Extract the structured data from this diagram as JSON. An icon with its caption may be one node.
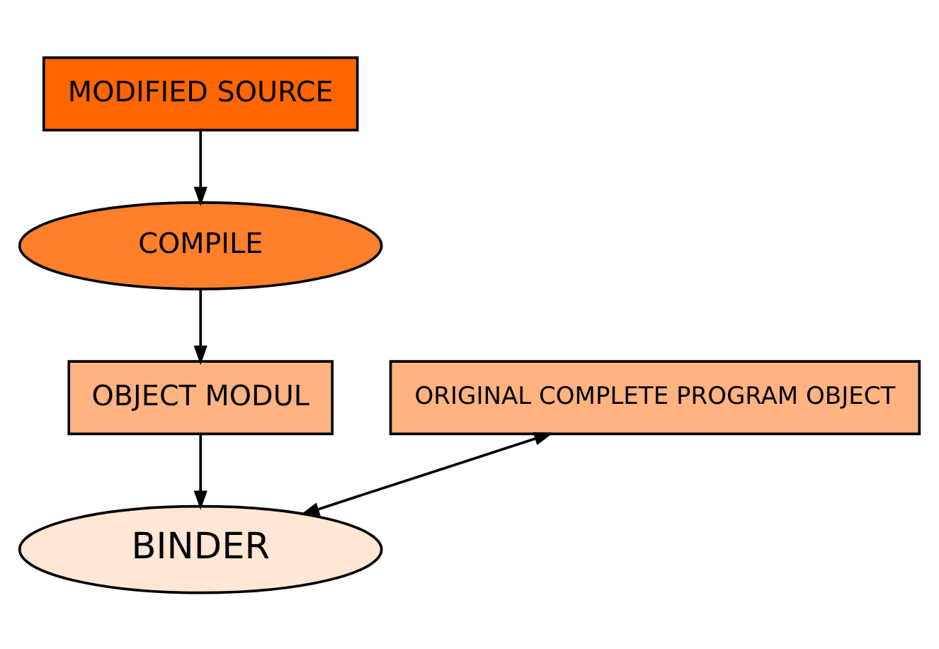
{
  "diagram": {
    "nodes": [
      {
        "text": [
          "MODIFIED SOURCE"
        ]
      },
      {
        "text": [
          "COMPILE"
        ]
      },
      {
        "text": [
          "OBJECT MODUL"
        ]
      },
      {
        "text": [
          "ORIGINAL COMPLETE PROGRAM OBJECT"
        ]
      },
      {
        "text": [
          "BINDER"
        ]
      }
    ],
    "edges": [
      {
        "from": 0,
        "to": 1,
        "arrow": "to"
      },
      {
        "from": 1,
        "to": 2,
        "arrow": "to"
      },
      {
        "from": 2,
        "to": 4,
        "arrow": "to"
      },
      {
        "from": 4,
        "to": 3,
        "arrow": "both"
      }
    ]
  }
}
